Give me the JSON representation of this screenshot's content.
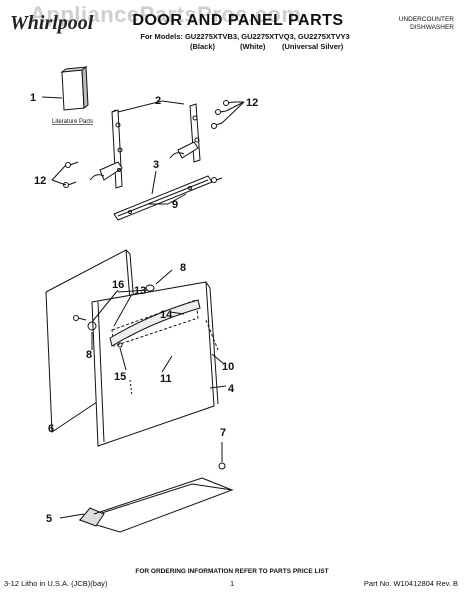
{
  "watermark": "AppliancePartsPros.com",
  "brand": "Whirlpool",
  "title": "DOOR AND PANEL PARTS",
  "models": "For Models: GU2275XTVB3, GU2275XTVQ3, GU2275XTVY3",
  "variants": {
    "black": "(Black)",
    "white": "(White)",
    "silver": "(Universal Silver)"
  },
  "header_right": {
    "product": "UNDERCOUNTER",
    "section": "DISHWASHER"
  },
  "literature_label": "Literature Parts",
  "callouts": {
    "n1": "1",
    "n2": "2",
    "n3": "3",
    "n4": "4",
    "n5": "5",
    "n6": "6",
    "n7": "7",
    "n8": "8",
    "n9": "9",
    "n10": "10",
    "n11": "11",
    "n12": "12",
    "n13": "13",
    "n14": "14",
    "n15": "15",
    "n16": "16"
  },
  "footer": {
    "ordering": "FOR ORDERING INFORMATION REFER TO PARTS PRICE LIST",
    "litho": "3-12 Litho in U.S.A. (JCB)(bay)",
    "page": "1",
    "part_no": "Part No. W10412804 Rev. B"
  }
}
